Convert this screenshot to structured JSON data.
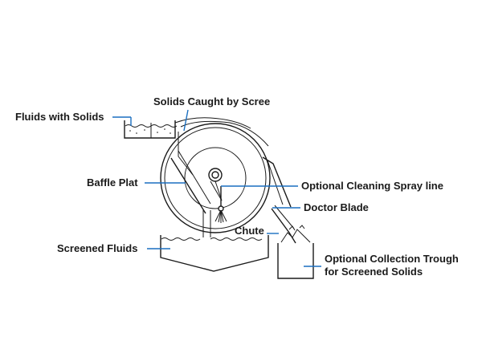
{
  "labels": {
    "fluids_with_solids": "Fluids with Solids",
    "solids_caught": "Solids Caught by Scree",
    "baffle_plate": "Baffle Plat",
    "cleaning_spray": "Optional Cleaning Spray line",
    "doctor_blade": "Doctor Blade",
    "chute": "Chute",
    "screened_fluids": "Screened Fluids",
    "collection_trough_line1": "Optional Collection Trough",
    "collection_trough_line2": "for Screened Solids"
  },
  "colors": {
    "ink": "#1a1a1a",
    "leader": "#1a6fc0",
    "background": "#ffffff"
  }
}
